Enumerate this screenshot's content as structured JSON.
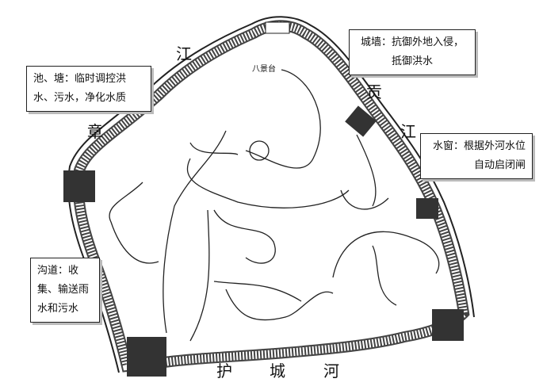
{
  "callouts": {
    "wall": {
      "line1": "城墙：抗御外地入侵，",
      "line2": "抵御洪水"
    },
    "ponds": {
      "line1": "池、塘：临时调控洪",
      "line2": "水、污水，净化水质"
    },
    "water_window": {
      "line1": "水窗：根据外河水位",
      "line2": "自动启闭闸"
    },
    "ditch": {
      "line1": "沟道：收",
      "line2": "集、输送雨",
      "line3": "水和污水"
    }
  },
  "rivers": {
    "zhang_jiang": [
      "章",
      "江"
    ],
    "gong_jiang": [
      "贡",
      "江"
    ],
    "moat": [
      "护",
      "城",
      "河"
    ]
  },
  "places": {
    "bajingtai": "八景台"
  }
}
